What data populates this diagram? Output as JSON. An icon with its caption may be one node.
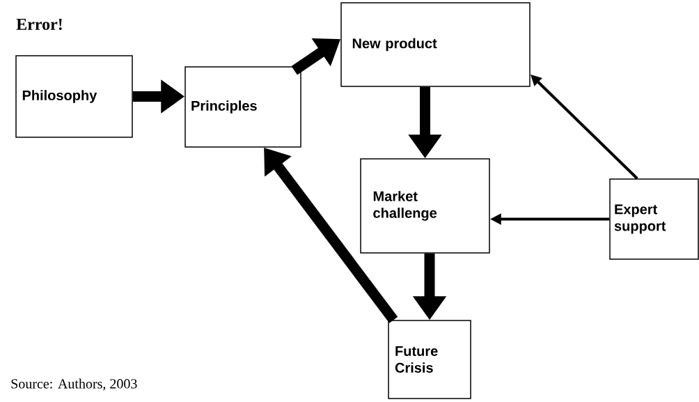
{
  "diagram": {
    "nodes": [
      {
        "text": [
          "Philosophy"
        ]
      },
      {
        "text": [
          "Principles"
        ]
      },
      {
        "text": [
          "New product"
        ]
      },
      {
        "text": [
          "Market challenge"
        ]
      },
      {
        "text": [
          "Expert support"
        ]
      },
      {
        "text": [
          "Future Crisis"
        ]
      }
    ],
    "edges": [
      {
        "from": 0,
        "to": 1,
        "arrow": "to"
      },
      {
        "from": 1,
        "to": 2,
        "arrow": "to"
      },
      {
        "from": 2,
        "to": 3,
        "arrow": "to"
      },
      {
        "from": 3,
        "to": 5,
        "arrow": "to"
      },
      {
        "from": 5,
        "to": 1,
        "arrow": "to"
      },
      {
        "from": 4,
        "to": 2,
        "arrow": "to"
      },
      {
        "from": 4,
        "to": 3,
        "arrow": "to"
      }
    ],
    "labels": [
      "Error!",
      "Source: Authors, 2003"
    ]
  }
}
